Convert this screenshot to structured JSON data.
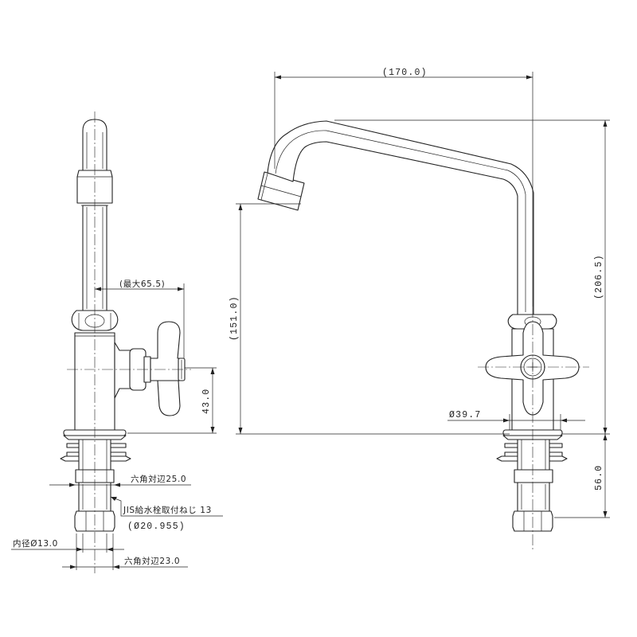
{
  "dimensions": {
    "max_reach": "(最大65.5)",
    "handle_height": "43.0",
    "hex_25": "六角対辺25.0",
    "jis_thread": "JIS給水栓取付ねじ 13",
    "thread_diameter": "(Ø20.955)",
    "inner_diameter": "内径Ø13.0",
    "hex_23": "六角対辺23.0",
    "spout_reach": "(170.0)",
    "spout_height": "(151.0)",
    "total_height": "(206.5)",
    "base_diameter": "Ø39.7",
    "shank_length": "56.0"
  }
}
